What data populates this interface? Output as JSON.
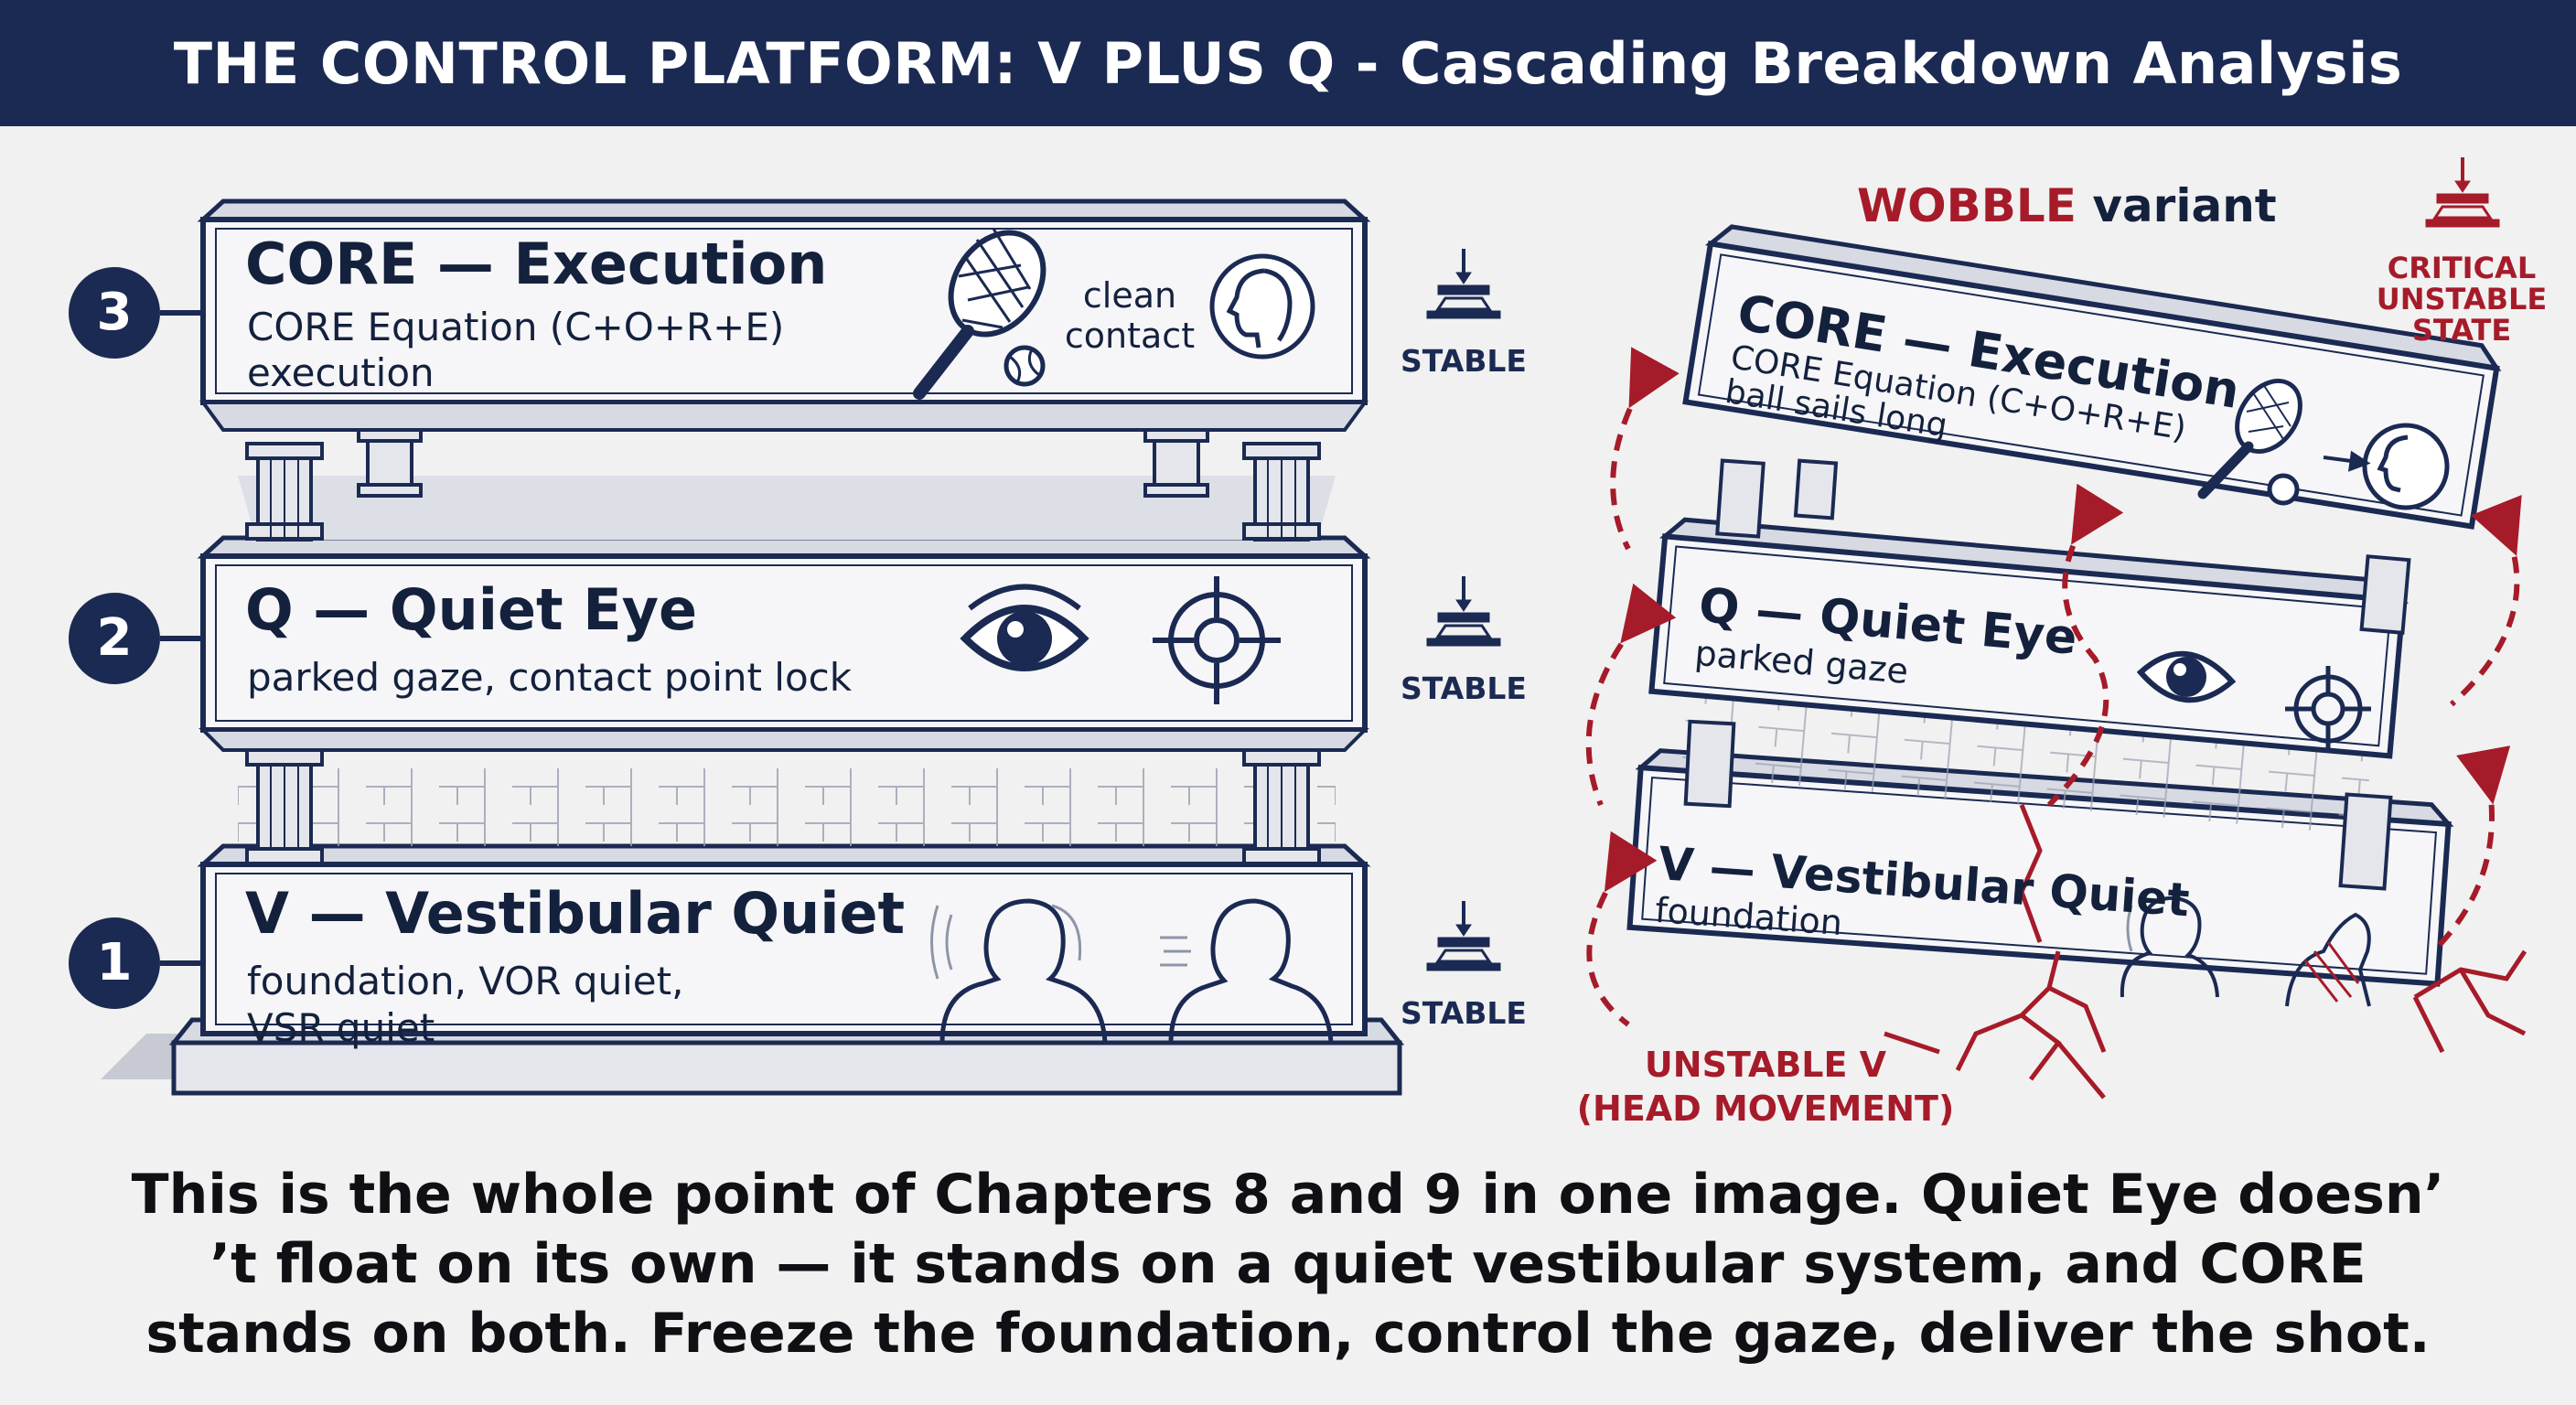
{
  "header": {
    "title": "THE CONTROL PLATFORM: V PLUS Q - Cascading Breakdown Analysis"
  },
  "stable_stack": {
    "levels": [
      {
        "number": "3",
        "title": "CORE — Execution",
        "desc_line1": "CORE Equation (C+O+R+E)",
        "desc_line2": "execution",
        "side_label_line1": "clean",
        "side_label_line2": "contact",
        "status": "STABLE",
        "icons": [
          "tennis-racket-icon",
          "tennis-ball-icon",
          "head-profile-icon"
        ]
      },
      {
        "number": "2",
        "title": "Q — Quiet Eye",
        "desc_line1": "parked gaze, contact point lock",
        "status": "STABLE",
        "icons": [
          "eye-icon",
          "crosshair-icon"
        ]
      },
      {
        "number": "1",
        "title": "V — Vestibular Quiet",
        "desc_line1": "foundation, VOR quiet,",
        "desc_line2": "VSR quiet",
        "status": "STABLE",
        "icons": [
          "head-motion-icon",
          "head-still-icon"
        ]
      }
    ]
  },
  "wobble_stack": {
    "title_word1": "WOBBLE",
    "title_word2": "variant",
    "critical_line1": "CRITICAL",
    "critical_line2": "UNSTABLE",
    "critical_line3": "STATE",
    "levels": [
      {
        "title": "CORE — Execution",
        "desc_line1": "CORE Equation (C+O+R+E)",
        "desc_line2": "ball sails long"
      },
      {
        "title": "Q — Quiet Eye",
        "desc_line1": "parked gaze"
      },
      {
        "title": "V — Vestibular Quiet",
        "desc_line1": "foundation"
      }
    ],
    "unstable_label_line1": "UNSTABLE V",
    "unstable_label_line2": "(HEAD MOVEMENT)"
  },
  "caption": {
    "line1": "This is the whole point of Chapters 8 and 9 in one image. Quiet Eye doesn’",
    "line2": "’t float on its own — it stands on a quiet vestibular system, and CORE",
    "line3": "stands on both. Freeze the foundation, control the gaze, deliver the shot."
  },
  "colors": {
    "navy": "#1b2a52",
    "accent_red": "#a61b29",
    "background": "#f1f1f1",
    "slab_face": "#f6f6f8",
    "slab_side": "#d7dae3"
  }
}
